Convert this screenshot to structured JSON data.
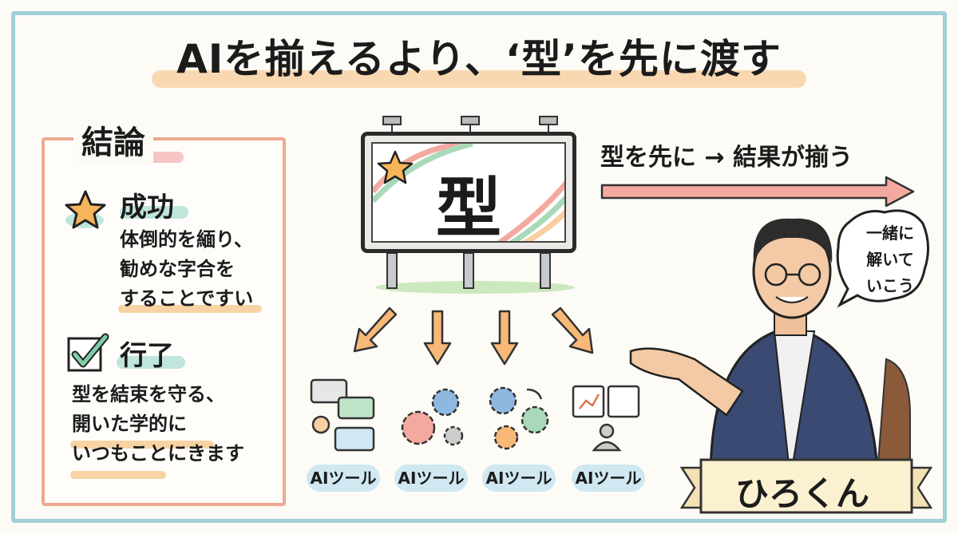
{
  "title": "AIを揃えるより、‘型’を先に渡す",
  "conclusion": {
    "heading": "結論",
    "success": {
      "icon": "star-icon",
      "heading": "成功",
      "body": "体倒的を緬り、\n勧めな字合を\nすることですい"
    },
    "done": {
      "icon": "checkbox-check-icon",
      "heading": "行了",
      "body": "型を結束を守る、\n開いた学的に\nいつもことにきます"
    }
  },
  "billboard": {
    "text": "型"
  },
  "flow_text": "型を先に → 結果が揃う",
  "tools": [
    {
      "icon": "chat-bubbles-icon",
      "label": "AIツール"
    },
    {
      "icon": "gears-icon",
      "label": "AIツール"
    },
    {
      "icon": "gears-cycle-icon",
      "label": "AIツール"
    },
    {
      "icon": "dashboard-user-icon",
      "label": "AIツール"
    }
  ],
  "speech_bubble": "一緒に\n解いて\nいこう",
  "presenter_name": "ひろくん",
  "colors": {
    "frame": "#9fd0d6",
    "panel_border": "#eda990",
    "arrow": "#f4a9a0",
    "highlight_orange": "#f7cfa0",
    "highlight_teal": "#bfe5dc"
  }
}
